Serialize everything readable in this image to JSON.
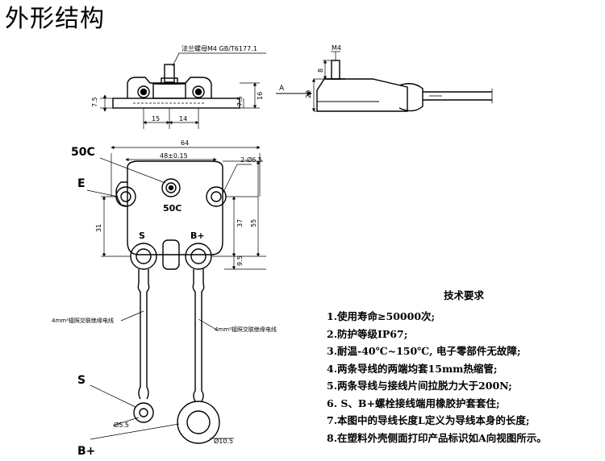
{
  "title": "外形结构",
  "top_view": {
    "nut_callout": "法兰螺母M4 GB/T6177.1",
    "dim_left_height": "7.5",
    "dim_right_inner": "7.5",
    "dim_right_height": "16",
    "dim_span_left": "15",
    "dim_span_right": "14"
  },
  "side_view": {
    "thread_label": "M4",
    "dim_thread": "8",
    "dim_height": "20",
    "direction_label": "A"
  },
  "front_view": {
    "label_50c_out": "50C",
    "label_e": "E",
    "label_50c_in": "50C",
    "label_s": "S",
    "label_bplus": "B+",
    "dim_width": "64",
    "dim_hole_spacing": "48±0.15",
    "dim_holes": "2-Ø6.5",
    "dim_31": "31",
    "dim_37": "37",
    "dim_55": "55",
    "dim_9_5": "9.5",
    "wire_left": "4mm²辐照交联绝缘电线",
    "wire_right": "4mm²辐照交联绝缘电线",
    "terminal_s": "S",
    "terminal_bplus": "B+",
    "dim_s_hole": "Ø5.5",
    "dim_b_hole": "Ø10.5"
  },
  "requirements": {
    "heading": "技术要求",
    "items": [
      "1.使用寿命≥50000次;",
      "2.防护等级IP67;",
      "3.耐温-40℃~150℃, 电子零部件无故障;",
      "4.两条导线的两端均套15mm热缩管;",
      "5.两条导线与接线片间拉脱力大于200N;",
      "6. S、B+螺栓接线端用橡胶护套套住;",
      "7.本图中的导线长度L定义为导线本身的长度;",
      "8.在塑料外壳侧面打印产品标识如A向视图所示。"
    ]
  }
}
